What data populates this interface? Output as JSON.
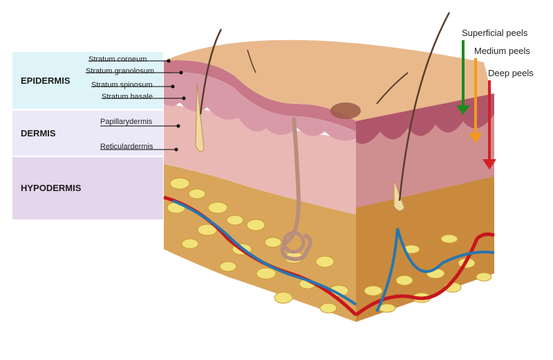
{
  "regions": [
    {
      "key": "epidermis",
      "label": "EPIDERMIS"
    },
    {
      "key": "dermis",
      "label": "DERMIS"
    },
    {
      "key": "hypodermis",
      "label": "HYPODERMIS"
    }
  ],
  "layers": [
    {
      "key": "stratum-corneum",
      "label": "Stratum corneum"
    },
    {
      "key": "stratum-granulosum",
      "label": "Stratum granolosum"
    },
    {
      "key": "stratum-spinosum",
      "label": "Stratum spinosum"
    },
    {
      "key": "stratum-basale",
      "label": "Stratum basale"
    },
    {
      "key": "papillary-dermis",
      "label": "Papillarydermis"
    },
    {
      "key": "reticular-dermis",
      "label": "Reticulardermis"
    }
  ],
  "peels": [
    {
      "key": "superficial",
      "label": "Superficial peels",
      "color": "#1f8a1f"
    },
    {
      "key": "medium",
      "label": "Medium peels",
      "color": "#f39a1c"
    },
    {
      "key": "deep",
      "label": "Deep peels",
      "color": "#d42128"
    }
  ],
  "colors": {
    "epidermis_band": "#dff4f8",
    "dermis_band": "#ebe9f8",
    "hypodermis_band": "#e5d6ec",
    "skin_top": "#e9b98c",
    "dermis": "#eab8b4",
    "fat": "#d9a55a",
    "fat_cell": "#f2e27a",
    "artery": "#c8161c",
    "vein": "#2676b0"
  }
}
